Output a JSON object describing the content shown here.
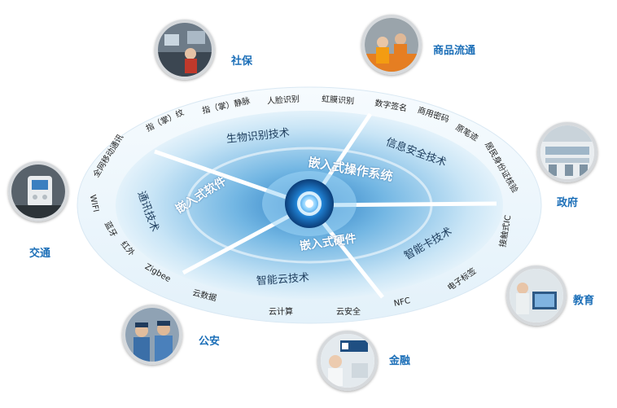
{
  "center": {
    "os": "嵌入式操作系统",
    "software": "嵌入式软件",
    "hardware": "嵌入式硬件"
  },
  "segments": {
    "biometric": "生物识别技术",
    "infosec": "信息安全技术",
    "comm": "通讯技术",
    "smartcard": "智能卡技术",
    "cloud": "智能云技术"
  },
  "tech_terms": {
    "fingerprint": "指（掌）纹",
    "palm_vein": "指（掌）静脉",
    "face": "人脸识别",
    "iris": "虹膜识别",
    "digital_sign": "数字签名",
    "commercial_crypto": "商用密码",
    "anti_counterfeit": "原笔迹",
    "id_verify": "居民身份证核验",
    "contact_ic": "接触式IC",
    "e_tag": "电子标签",
    "nfc": "NFC",
    "cloud_security": "云安全",
    "cloud_compute": "云计算",
    "cloud_data": "云数据",
    "zigbee": "Zigbee",
    "infrared": "红外",
    "bluetooth": "蓝牙",
    "wifi": "WIFI",
    "mobile_comm": "全网移动通讯"
  },
  "applications": {
    "social_security": "社保",
    "commodity": "商品流通",
    "government": "政府",
    "education": "教育",
    "finance": "金融",
    "police": "公安",
    "transport": "交通"
  },
  "colors": {
    "accent": "#1c6fb8",
    "disc_light": "#dff0fb",
    "disc_dark": "#5aa3d8",
    "outer_ring": "#e8f4fb"
  }
}
